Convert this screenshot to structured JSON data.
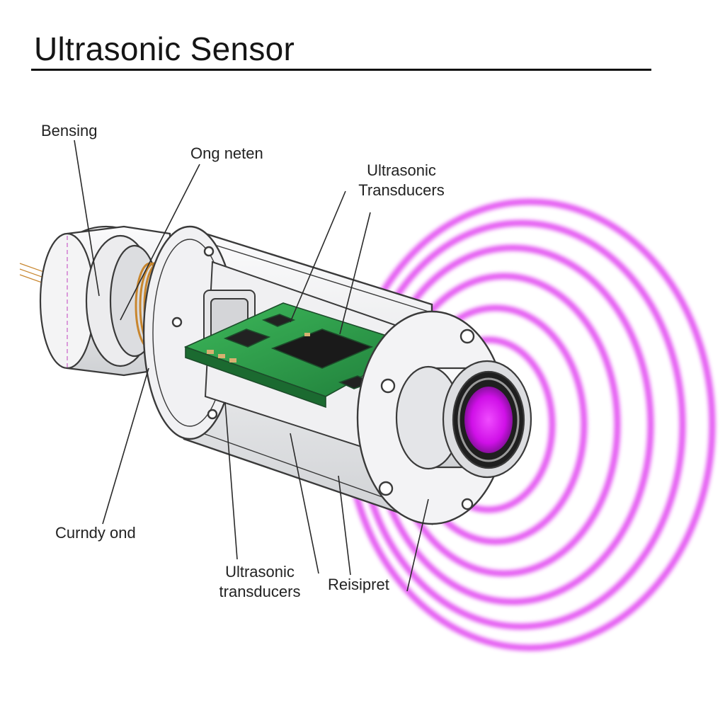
{
  "title": "Ultrasonic Sensor",
  "labels": {
    "bensing": "Bensing",
    "ong_neten": "Ong neten",
    "ultrasonic_transducers_top_1": "Ultrasonic",
    "ultrasonic_transducers_top_2": "Transducers",
    "curndy_ond": "Curndy ond",
    "ultrasonic_transducers_bottom_1": "Ultrasonic",
    "ultrasonic_transducers_bottom_2": "transducers",
    "reisipret": "Reisipret"
  },
  "colors": {
    "wave": "#e040f0",
    "emitter": "#d010e8",
    "pcb": "#2e9a4a",
    "housing": "#e9eaec",
    "outline": "#3a3a3a",
    "coil": "#c8862e"
  }
}
